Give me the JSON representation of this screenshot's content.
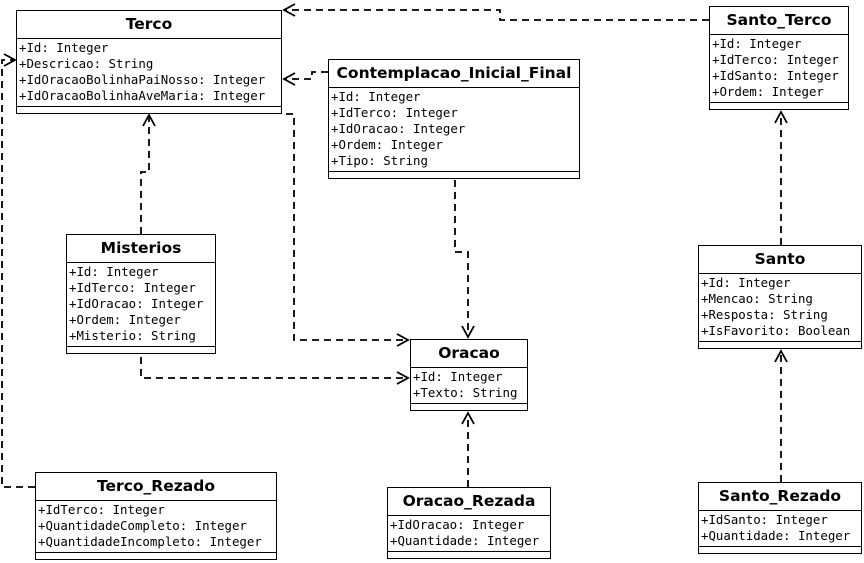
{
  "classes": {
    "terco": {
      "name": "Terco",
      "attrs": [
        "+Id: Integer",
        "+Descricao: String",
        "+IdOracaoBolinhaPaiNosso: Integer",
        "+IdOracaoBolinhaAveMaria: Integer"
      ]
    },
    "santo_terco": {
      "name": "Santo_Terco",
      "attrs": [
        "+Id: Integer",
        "+IdTerco: Integer",
        "+IdSanto: Integer",
        "+Ordem: Integer"
      ]
    },
    "contemplacao": {
      "name": "Contemplacao_Inicial_Final",
      "attrs": [
        "+Id: Integer",
        "+IdTerco: Integer",
        "+IdOracao: Integer",
        "+Ordem: Integer",
        "+Tipo: String"
      ]
    },
    "misterios": {
      "name": "Misterios",
      "attrs": [
        "+Id: Integer",
        "+IdTerco: Integer",
        "+IdOracao: Integer",
        "+Ordem: Integer",
        "+Misterio: String"
      ]
    },
    "santo": {
      "name": "Santo",
      "attrs": [
        "+Id: Integer",
        "+Mencao: String",
        "+Resposta: String",
        "+IsFavorito: Boolean"
      ]
    },
    "oracao": {
      "name": "Oracao",
      "attrs": [
        "+Id: Integer",
        "+Texto: String"
      ]
    },
    "terco_rezado": {
      "name": "Terco_Rezado",
      "attrs": [
        "+IdTerco: Integer",
        "+QuantidadeCompleto: Integer",
        "+QuantidadeIncompleto: Integer"
      ]
    },
    "oracao_rezada": {
      "name": "Oracao_Rezada",
      "attrs": [
        "+IdOracao: Integer",
        "+Quantidade: Integer"
      ]
    },
    "santo_rezado": {
      "name": "Santo_Rezado",
      "attrs": [
        "+IdSanto: Integer",
        "+Quantidade: Integer"
      ]
    }
  },
  "edges": [
    {
      "from": "santo_terco",
      "to": "terco",
      "style": "dashed-open-arrow"
    },
    {
      "from": "contemplacao",
      "to": "terco",
      "style": "dashed-open-arrow"
    },
    {
      "from": "misterios",
      "to": "terco",
      "style": "dashed-open-arrow"
    },
    {
      "from": "terco",
      "to": "oracao",
      "style": "dashed-open-arrow"
    },
    {
      "from": "contemplacao",
      "to": "oracao",
      "style": "dashed-open-arrow"
    },
    {
      "from": "misterios",
      "to": "oracao",
      "style": "dashed-open-arrow"
    },
    {
      "from": "oracao_rezada",
      "to": "oracao",
      "style": "dashed-open-arrow"
    },
    {
      "from": "terco_rezado",
      "to": "terco",
      "style": "dashed-open-arrow"
    },
    {
      "from": "santo",
      "to": "santo_terco",
      "style": "dashed-open-arrow"
    },
    {
      "from": "santo_rezado",
      "to": "santo",
      "style": "dashed-open-arrow"
    }
  ]
}
